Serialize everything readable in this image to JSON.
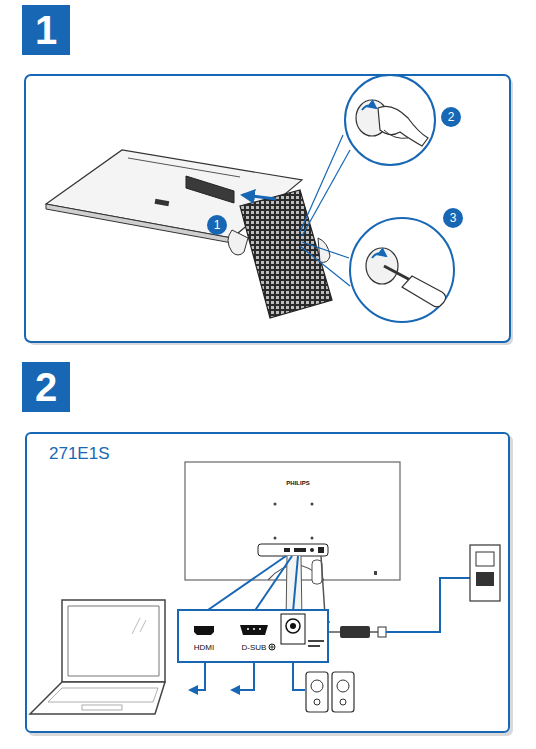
{
  "diagram": {
    "nodes": [
      {
        "text": [
          "1"
        ]
      },
      {
        "text": [
          "1"
        ]
      },
      {
        "text": [
          "2"
        ]
      },
      {
        "text": [
          "3"
        ]
      },
      {
        "text": [
          "2"
        ]
      },
      {
        "text": [
          "271E1S"
        ]
      }
    ],
    "labels": [
      "PHILIPS",
      "HDMI",
      "D-SUB"
    ]
  }
}
